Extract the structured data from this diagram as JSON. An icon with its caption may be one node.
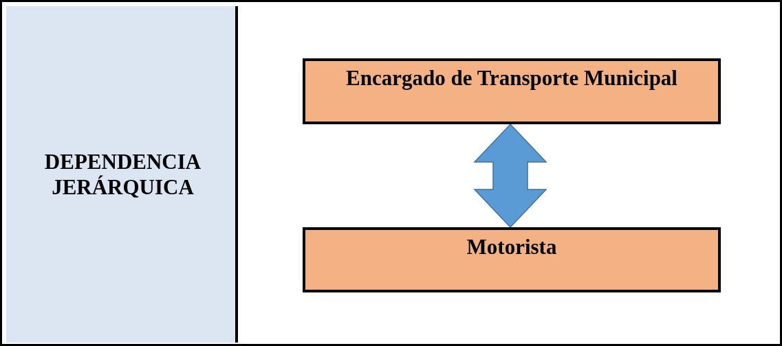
{
  "diagram": {
    "nodes": [
      {
        "text": [
          "DEPENDENCIA JERÁRQUICA"
        ]
      },
      {
        "text": [
          "Encargado de Transporte Municipal"
        ]
      },
      {
        "text": [
          "Motorista"
        ]
      }
    ],
    "edges": [
      {
        "from": 1,
        "to": 2,
        "arrow": "both",
        "style": "thick",
        "color": "#5b9bd5"
      }
    ]
  }
}
